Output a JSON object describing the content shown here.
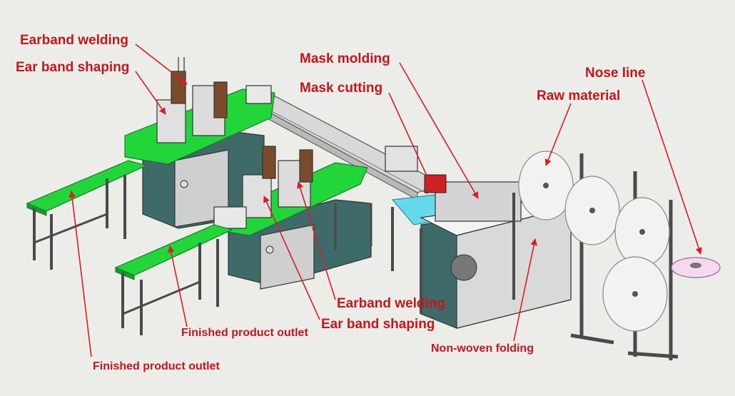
{
  "labels": {
    "earband_welding_top": "Earband welding",
    "ear_band_shaping_top": "Ear band shaping",
    "mask_molding": "Mask molding",
    "mask_cutting": "Mask cutting",
    "nose_line": "Nose line",
    "raw_material": "Raw material",
    "earband_welding_bottom": "Earband welding",
    "ear_band_shaping_bottom": "Ear band shaping",
    "finished_product_outlet_mid": "Finished product outlet",
    "finished_product_outlet_bottom": "Finished product outlet",
    "non_woven_folding": "Non-woven folding"
  },
  "colors": {
    "label_text": "#c4161c",
    "conveyor_green": "#22d63a",
    "frame_grey": "#4a4a4a",
    "cabinet_teal": "#3f6a6a",
    "roll_white": "#f2f2f2",
    "background": "#ecece9"
  }
}
